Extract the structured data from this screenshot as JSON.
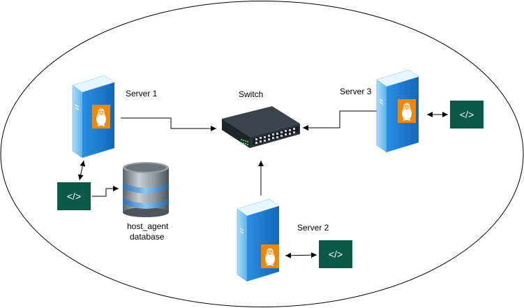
{
  "nodes": {
    "server1": {
      "label": "Server 1",
      "os_icon": "linux-tux-icon"
    },
    "server2": {
      "label": "Server 2",
      "os_icon": "linux-tux-icon"
    },
    "server3": {
      "label": "Server 3",
      "os_icon": "linux-tux-icon"
    },
    "switch": {
      "label": "Switch",
      "icon": "network-switch-icon"
    },
    "database": {
      "label_line1": "host_agent",
      "label_line2": "database",
      "icon": "database-icon"
    },
    "agents": [
      {
        "id": "agent-server1",
        "glyph": "</>",
        "icon": "code-icon"
      },
      {
        "id": "agent-server2",
        "glyph": "</>",
        "icon": "code-icon"
      },
      {
        "id": "agent-server3",
        "glyph": "</>",
        "icon": "code-icon"
      }
    ]
  },
  "edges": [
    {
      "from": "server1",
      "to": "switch",
      "style": "arrow"
    },
    {
      "from": "server3",
      "to": "switch",
      "style": "arrow"
    },
    {
      "from": "server2",
      "to": "switch",
      "style": "arrow"
    },
    {
      "from": "server1",
      "to": "agent-server1",
      "style": "double-arrow"
    },
    {
      "from": "agent-server1",
      "to": "database",
      "style": "arrow"
    },
    {
      "from": "server2",
      "to": "agent-server2",
      "style": "double-arrow"
    },
    {
      "from": "server3",
      "to": "agent-server3",
      "style": "double-arrow"
    }
  ],
  "colors": {
    "server_front": "#1e7fd6",
    "server_side": "#6cc0f2",
    "server_top": "#d8f1ff",
    "tux_tile": "#f08705",
    "agent_tile": "#0b5a48",
    "boundary": "#000000"
  }
}
